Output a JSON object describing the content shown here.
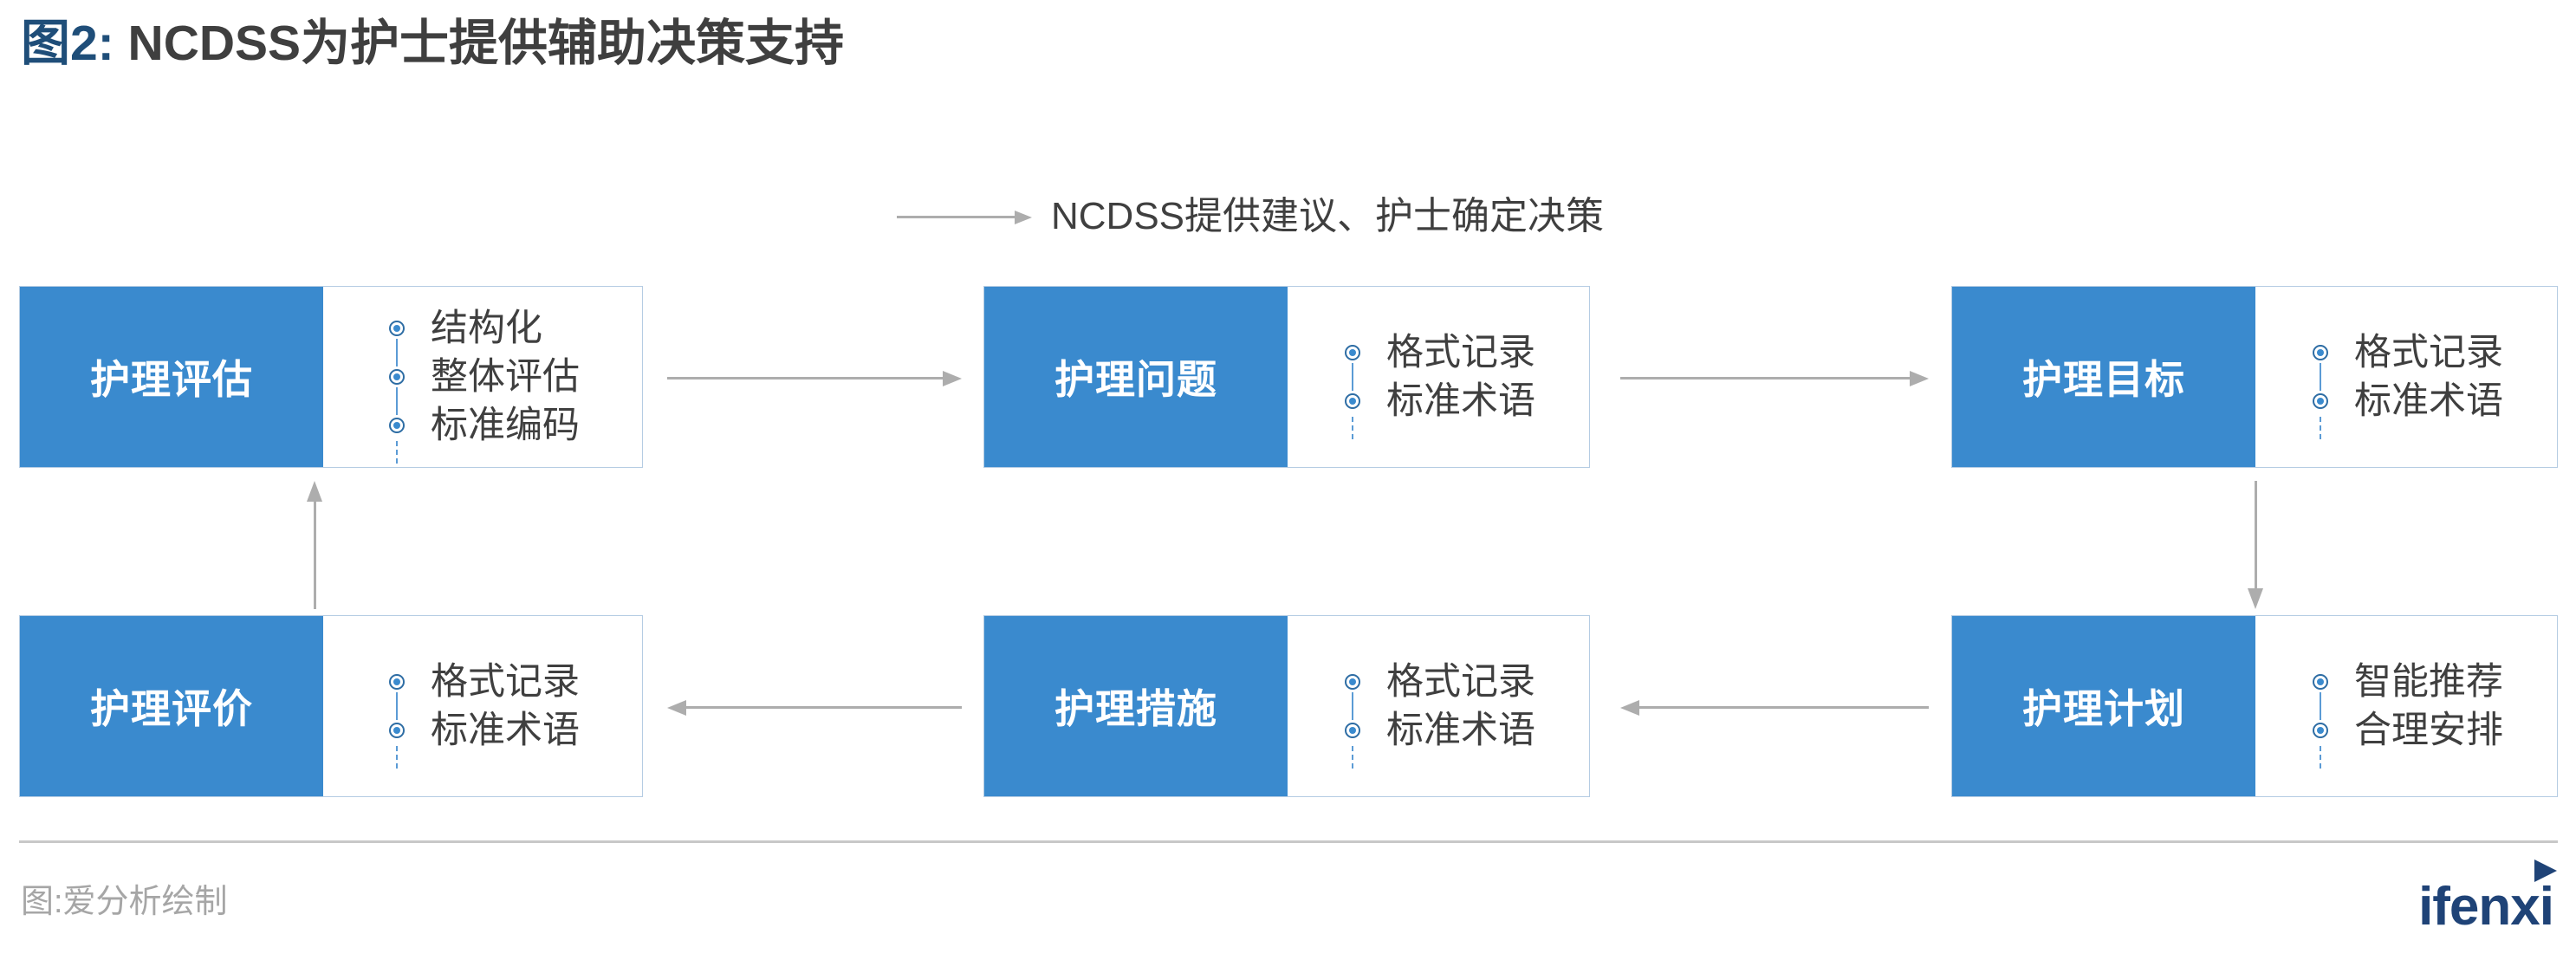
{
  "title": {
    "figure_number": "图2:",
    "text": "NCDSS为护士提供辅助决策支持",
    "accent_color": "#1F4E79"
  },
  "legend": {
    "arrow_icon": "right-arrow-icon",
    "caption": "NCDSS提供建议、护士确定决策"
  },
  "colors": {
    "box_blue": "#3A8ACE",
    "bullet_ring": "#2E6DA4",
    "bullet_dash": "#5B9BD5",
    "connector_gray": "#ADADAD",
    "box_border": "#B5CCE3",
    "brand_blue": "#1F4377",
    "footer_gray": "#A6A6A6"
  },
  "nodes": [
    {
      "id": "nursing-assessment",
      "title": "护理评估",
      "bullets": [
        "结构化",
        "整体评估",
        "标准编码"
      ]
    },
    {
      "id": "nursing-problem",
      "title": "护理问题",
      "bullets": [
        "格式记录",
        "标准术语"
      ]
    },
    {
      "id": "nursing-goal",
      "title": "护理目标",
      "bullets": [
        "格式记录",
        "标准术语"
      ]
    },
    {
      "id": "nursing-evaluation",
      "title": "护理评价",
      "bullets": [
        "格式记录",
        "标准术语"
      ]
    },
    {
      "id": "nursing-intervention",
      "title": "护理措施",
      "bullets": [
        "格式记录",
        "标准术语"
      ]
    },
    {
      "id": "nursing-plan",
      "title": "护理计划",
      "bullets": [
        "智能推荐",
        "合理安排"
      ]
    }
  ],
  "connectors": [
    {
      "id": "assessment-to-problem",
      "direction": "right"
    },
    {
      "id": "problem-to-goal",
      "direction": "right"
    },
    {
      "id": "goal-to-plan",
      "direction": "down"
    },
    {
      "id": "plan-to-intervention",
      "direction": "left"
    },
    {
      "id": "intervention-to-evaluation",
      "direction": "left"
    },
    {
      "id": "evaluation-to-assessment",
      "direction": "up"
    }
  ],
  "footer": {
    "source": "图:爱分析绘制",
    "logo_text": "ifenxi"
  }
}
